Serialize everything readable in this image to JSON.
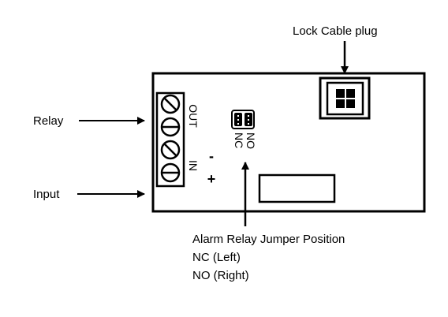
{
  "labels": {
    "lock_cable_plug": "Lock Cable plug",
    "relay": "Relay",
    "input": "Input",
    "out": "OUT",
    "in": "IN",
    "minus": "-",
    "plus": "+",
    "nc": "NC",
    "no": "NO",
    "jumper_title": "Alarm Relay Jumper Position",
    "jumper_nc": "NC (Left)",
    "jumper_no": "NO (Right)"
  }
}
